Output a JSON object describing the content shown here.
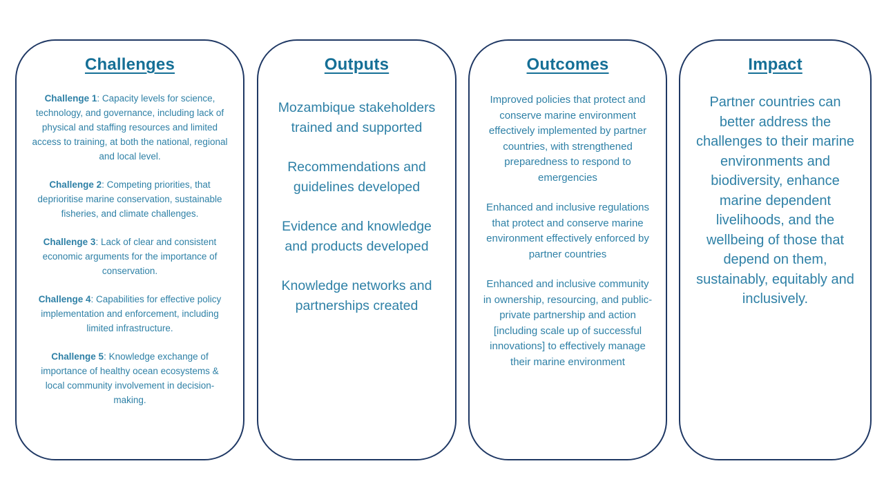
{
  "slide": {
    "background_color": "#ffffff",
    "box_border_color": "#1f3864",
    "heading_color": "#156f96",
    "body_text_color": "#2e80a6"
  },
  "columns": {
    "challenges": {
      "title": "Challenges",
      "items": [
        {
          "label": "Challenge 1",
          "text": "Capacity levels for science, technology, and governance, including lack of physical and staffing resources and limited access to training, at both the national, regional and local level."
        },
        {
          "label": "Challenge 2",
          "text": "Competing priorities, that deprioritise marine conservation, sustainable fisheries, and climate challenges."
        },
        {
          "label": "Challenge 3",
          "text": "Lack of clear and consistent economic arguments for the importance of conservation."
        },
        {
          "label": "Challenge 4",
          "text": "Capabilities for effective policy implementation and enforcement, including limited infrastructure."
        },
        {
          "label": "Challenge 5",
          "text": "Knowledge exchange of importance of healthy ocean ecosystems & local community involvement in decision-making."
        }
      ]
    },
    "outputs": {
      "title": "Outputs",
      "items": [
        "Mozambique stakeholders trained and supported",
        "Recommendations and guidelines developed",
        "Evidence and knowledge and products developed",
        "Knowledge networks and partnerships created"
      ]
    },
    "outcomes": {
      "title": "Outcomes",
      "items": [
        "Improved policies that protect and conserve marine environment effectively implemented by partner countries, with strengthened preparedness to respond to emergencies",
        "Enhanced and inclusive regulations that protect and conserve marine environment effectively enforced by partner countries",
        "Enhanced and inclusive community in ownership, resourcing, and public-private partnership and action [including scale up of successful innovations] to effectively manage their marine environment"
      ]
    },
    "impact": {
      "title": "Impact",
      "items": [
        "Partner countries can better address the challenges to their marine environments and biodiversity, enhance marine dependent livelihoods, and the wellbeing of those that depend on them, sustainably, equitably and inclusively."
      ]
    }
  }
}
